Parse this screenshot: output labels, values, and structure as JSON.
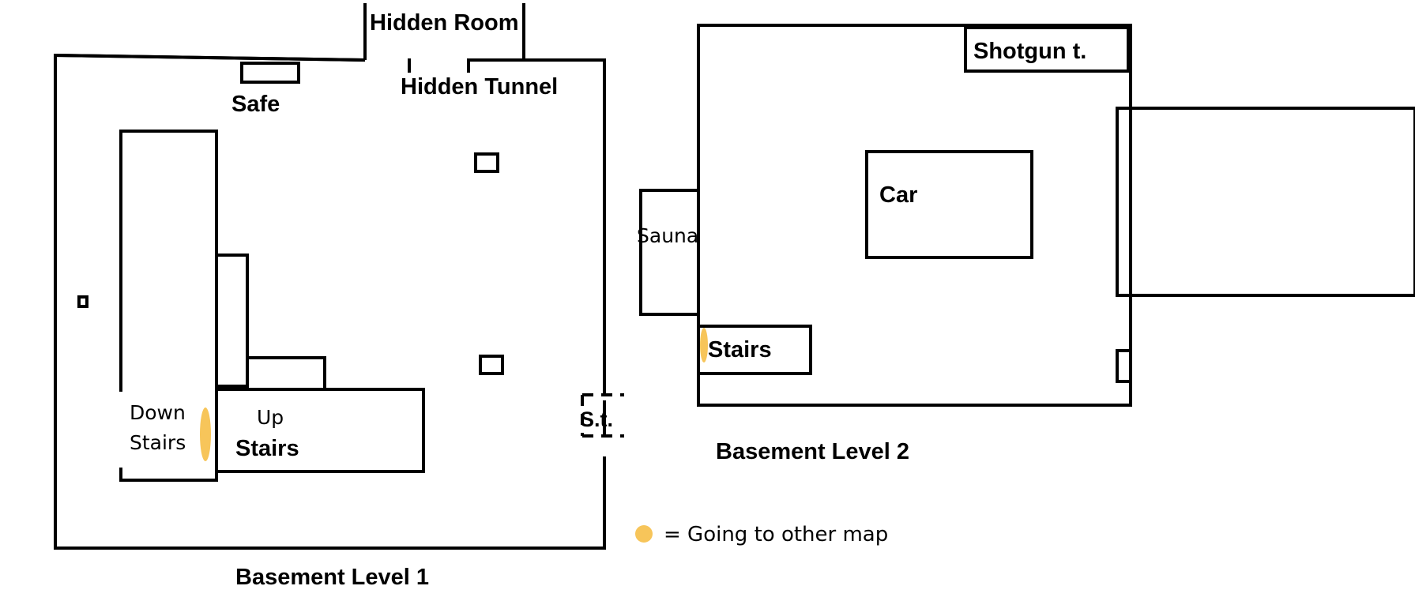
{
  "colors": {
    "line": "#000000",
    "marker": "#f7c55a",
    "background": "#ffffff"
  },
  "level1": {
    "title": "Basement Level 1",
    "hidden_room": "Hidden Room",
    "safe": "Safe",
    "hidden_tunnel": "Hidden Tunnel",
    "down_stairs_1": "Down",
    "down_stairs_2": "Stairs",
    "up_stairs_1": "Up",
    "up_stairs_2": "Stairs",
    "st": "S.t."
  },
  "level2": {
    "title": "Basement Level 2",
    "shotgun": "Shotgun t.",
    "car": "Car",
    "sauna": "Sauna",
    "stairs": "Stairs"
  },
  "legend": {
    "text": "= Going to other map",
    "marker_icon": "orange-dot-icon"
  }
}
